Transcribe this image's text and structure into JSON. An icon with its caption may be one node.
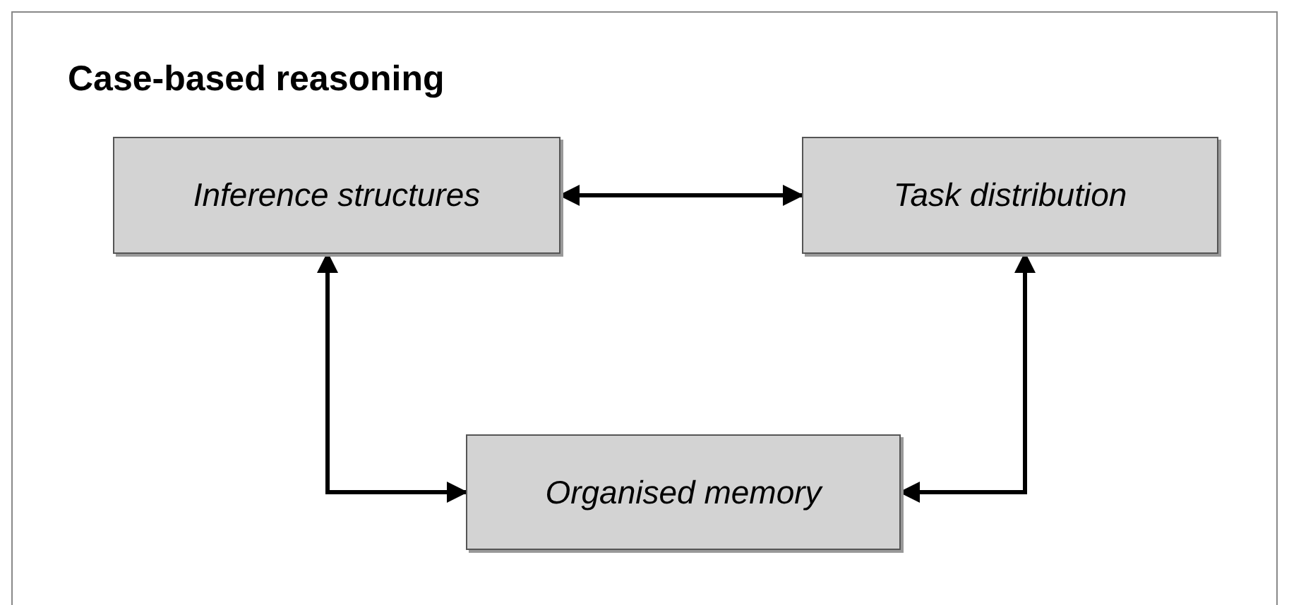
{
  "diagram": {
    "title": "Case-based reasoning",
    "nodes": [
      {
        "text": [
          "Inference structures"
        ]
      },
      {
        "text": [
          "Task distribution"
        ]
      },
      {
        "text": [
          "Organised memory"
        ]
      }
    ],
    "edges": [
      {
        "from": 0,
        "to": 1,
        "arrow": "both"
      },
      {
        "from": 0,
        "to": 2,
        "arrow": "both"
      },
      {
        "from": 1,
        "to": 2,
        "arrow": "both"
      }
    ]
  }
}
